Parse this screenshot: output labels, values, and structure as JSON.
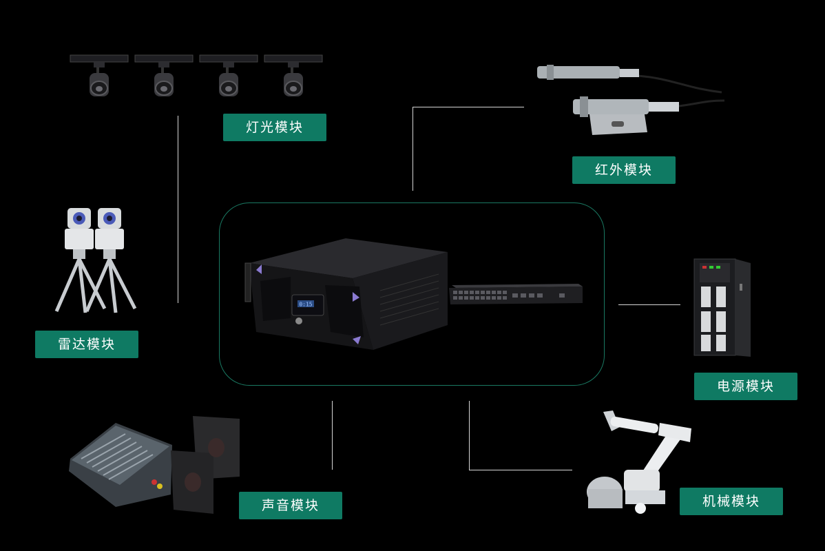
{
  "modules": {
    "lighting": "灯光模块",
    "infrared": "红外模块",
    "radar": "雷达模块",
    "power": "电源模块",
    "sound": "声音模块",
    "mechanical": "机械模块"
  },
  "server_display": "0:15",
  "colors": {
    "background": "#000000",
    "label_bg": "#0f7a63",
    "hub_border": "#1a7a63",
    "connector": "#d8d8d8"
  }
}
